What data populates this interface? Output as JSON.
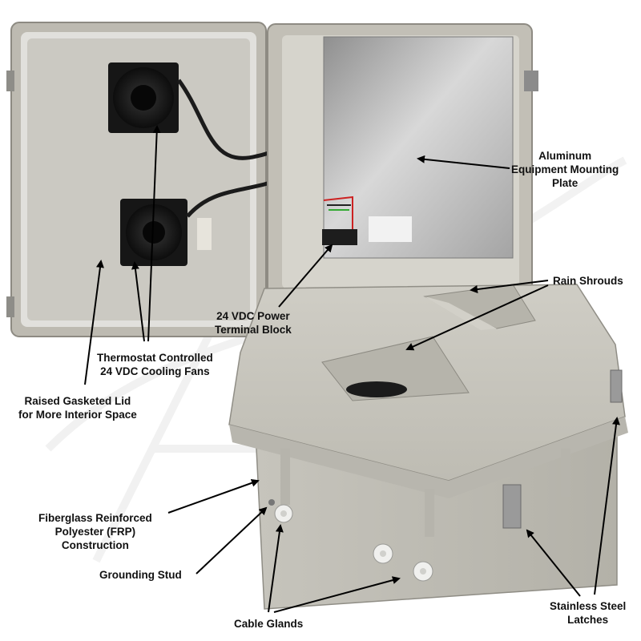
{
  "watermark": "Altelix",
  "colors": {
    "enclosure": "#c9c7bf",
    "plate": "#b9b9b9",
    "fan": "#1a1a1a",
    "arrow": "#000000"
  },
  "labels": {
    "mounting_plate": [
      "Aluminum",
      "Equipment Mounting",
      "Plate"
    ],
    "rain_shrouds": [
      "Rain Shrouds"
    ],
    "terminal_block": [
      "24 VDC Power",
      "Terminal Block"
    ],
    "cooling_fans": [
      "Thermostat Controlled",
      "24 VDC Cooling Fans"
    ],
    "raised_lid": [
      "Raised Gasketed Lid",
      "for More Interior Space"
    ],
    "frp": [
      "Fiberglass Reinforced",
      "Polyester (FRP)",
      "Construction"
    ],
    "grounding_stud": [
      "Grounding Stud"
    ],
    "cable_glands": [
      "Cable Glands"
    ],
    "latches": [
      "Stainless Steel",
      "Latches"
    ]
  }
}
